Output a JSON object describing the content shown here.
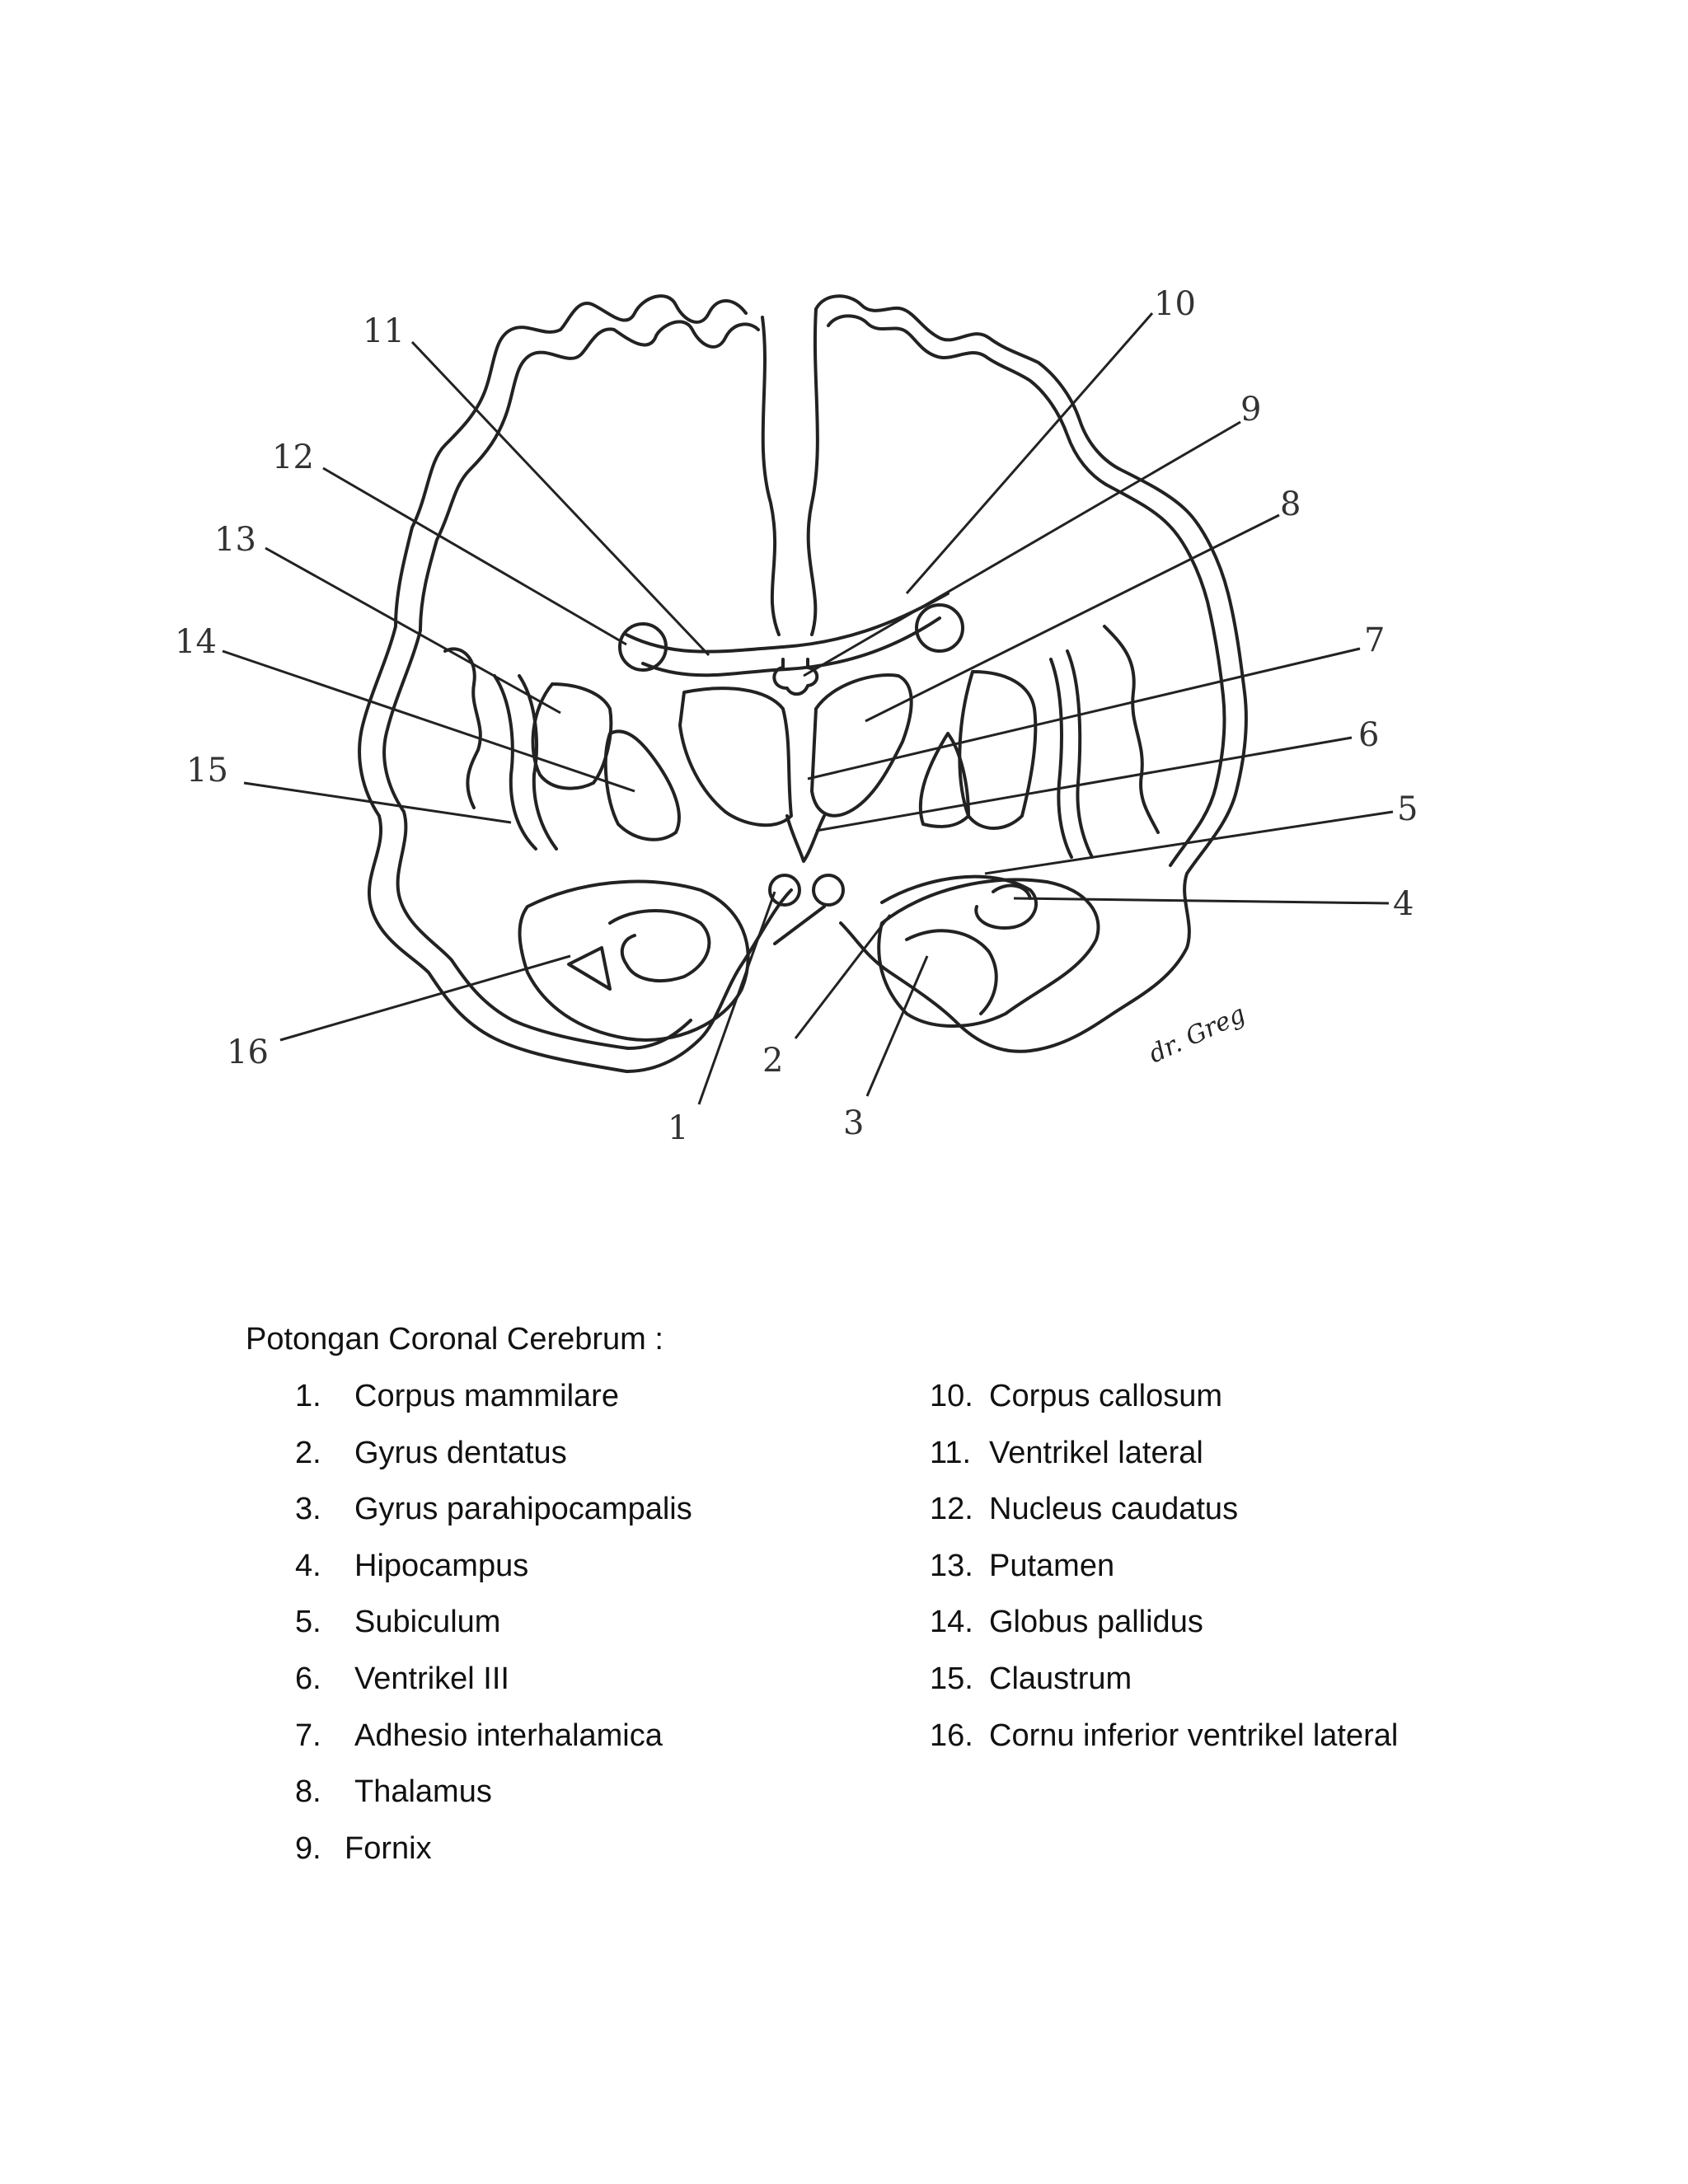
{
  "diagram": {
    "callout_numbers": [
      "1",
      "2",
      "3",
      "4",
      "5",
      "6",
      "7",
      "8",
      "9",
      "10",
      "11",
      "12",
      "13",
      "14",
      "15",
      "16"
    ],
    "signature": "dr. Greg"
  },
  "legend": {
    "title": "Potongan Coronal Cerebrum :",
    "items": [
      {
        "num": "1.",
        "label": "Corpus mammilare"
      },
      {
        "num": "2.",
        "label": "Gyrus dentatus"
      },
      {
        "num": "3.",
        "label": "Gyrus parahipocampalis"
      },
      {
        "num": "4.",
        "label": "Hipocampus"
      },
      {
        "num": "5.",
        "label": "Subiculum"
      },
      {
        "num": "6.",
        "label": "Ventrikel III"
      },
      {
        "num": "7.",
        "label": "Adhesio interhalamica"
      },
      {
        "num": "8.",
        "label": "Thalamus"
      },
      {
        "num": "9.",
        "label": "Fornix"
      },
      {
        "num": "10.",
        "label": "Corpus callosum"
      },
      {
        "num": "11.",
        "label": "Ventrikel lateral"
      },
      {
        "num": "12.",
        "label": "Nucleus caudatus"
      },
      {
        "num": "13.",
        "label": "Putamen"
      },
      {
        "num": "14.",
        "label": "Globus pallidus"
      },
      {
        "num": "15.",
        "label": "Claustrum"
      },
      {
        "num": "16.",
        "label": "Cornu inferior ventrikel lateral"
      }
    ]
  }
}
